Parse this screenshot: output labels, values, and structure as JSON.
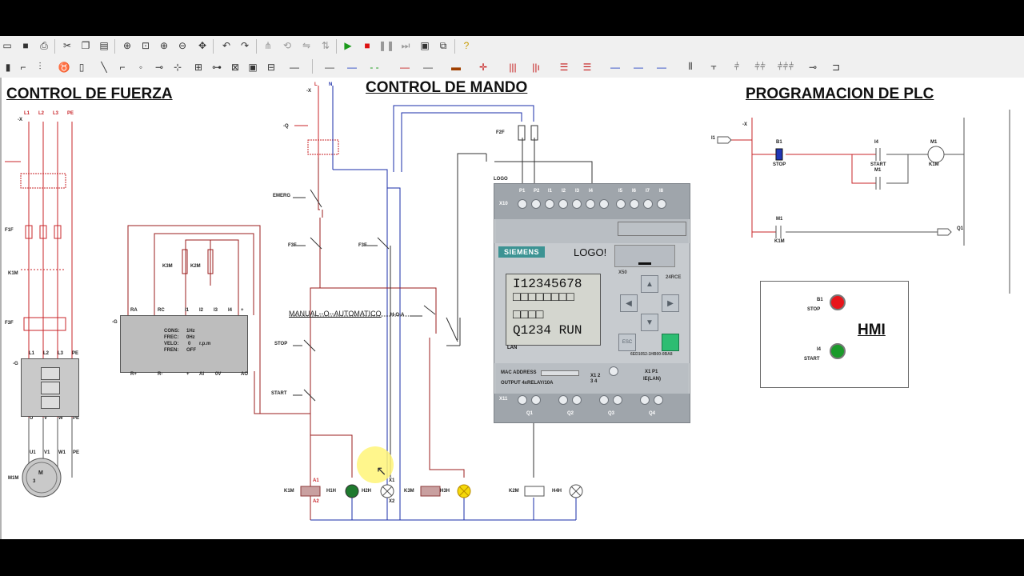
{
  "titles": {
    "fuerza": "CONTROL DE FUERZA",
    "mando": "CONTROL DE MANDO",
    "plc": "PROGRAMACION DE PLC",
    "hmi": "HMI"
  },
  "fuerza": {
    "supply_labels": [
      "L1",
      "L2",
      "L3",
      "PE"
    ],
    "labels": [
      "-X",
      "F1F",
      "K1M",
      "F3F",
      "-G",
      "M1M"
    ],
    "vfd_out": [
      "L1",
      "L2",
      "L3",
      "PE"
    ],
    "motor_terms": [
      "U",
      "V",
      "W",
      "PE"
    ],
    "motor_terms2": [
      "U1",
      "V1",
      "W1",
      "PE"
    ],
    "motor_letter": "M",
    "motor_sub": "3"
  },
  "vfd": {
    "tag": "-G",
    "terms_top": [
      "RA",
      "RC",
      "I1",
      "I2",
      "I3",
      "I4",
      "+"
    ],
    "params": [
      {
        "name": "CONS:",
        "value": "1Hz"
      },
      {
        "name": "FREC:",
        "value": "0Hz"
      },
      {
        "name": "VELO:",
        "value": "0",
        "unit": "r.p.m"
      },
      {
        "name": "FREN:",
        "value": "OFF"
      }
    ],
    "terms_bottom": [
      "R+",
      "R-",
      "+",
      "AI",
      "0V",
      "AO"
    ],
    "k3m": "K3M",
    "k2m": "K2M"
  },
  "mando": {
    "supply": [
      "L",
      "N"
    ],
    "labels": {
      "x": "-X",
      "q": "-Q",
      "emerg": "EMERG",
      "f3f_a": "F3F",
      "f3f_b": "F3F",
      "manual": "MANUAL--O--AUTOMATICO",
      "hoa": "H-O-A",
      "stop": "STOP",
      "start": "START",
      "f2f": "F2F",
      "logo": "LOGO"
    },
    "loads": [
      "K1M",
      "H1H",
      "H2H",
      "K3M",
      "H3H",
      "K2M",
      "H4H"
    ],
    "coil_terms": [
      "A1",
      "A2",
      "X1",
      "X2"
    ]
  },
  "logo": {
    "brand": "SIEMENS",
    "model": "LOGO!",
    "inputs": [
      "P1",
      "P2",
      "I1",
      "I2",
      "I3",
      "I4",
      "I5",
      "I6",
      "I7",
      "I8"
    ],
    "x10": "X10",
    "lcd_lines": [
      "I12345678",
      "□□□□□□□□",
      "□□□□",
      "Q1234 RUN"
    ],
    "lan": "LAN",
    "x50": "X50",
    "variant": "24RCE",
    "esc": "ESC",
    "order_no": "6ED1052-1HB00-0BA8",
    "mac": "MAC ADDRESS",
    "output": "OUTPUT 4xRELAY/10A",
    "x12": "X1 2",
    "x12b": "3 4",
    "x1p1": "X1 P1",
    "lan_label": "IE(LAN)",
    "x11": "X11",
    "outputs": [
      "Q1",
      "Q2",
      "Q3",
      "Q4"
    ]
  },
  "plc": {
    "labels": {
      "i1": "I1",
      "x": "-X",
      "b1": "B1",
      "stop": "STOP",
      "i4": "I4",
      "start": "START",
      "m1": "M1",
      "k1m": "K1M",
      "q1": "Q1"
    }
  },
  "hmi": {
    "b1": "B1",
    "stop": "STOP",
    "i4": "I4",
    "start": "START",
    "colors": {
      "stop": "#e8151b",
      "start": "#1a9a2a"
    }
  }
}
